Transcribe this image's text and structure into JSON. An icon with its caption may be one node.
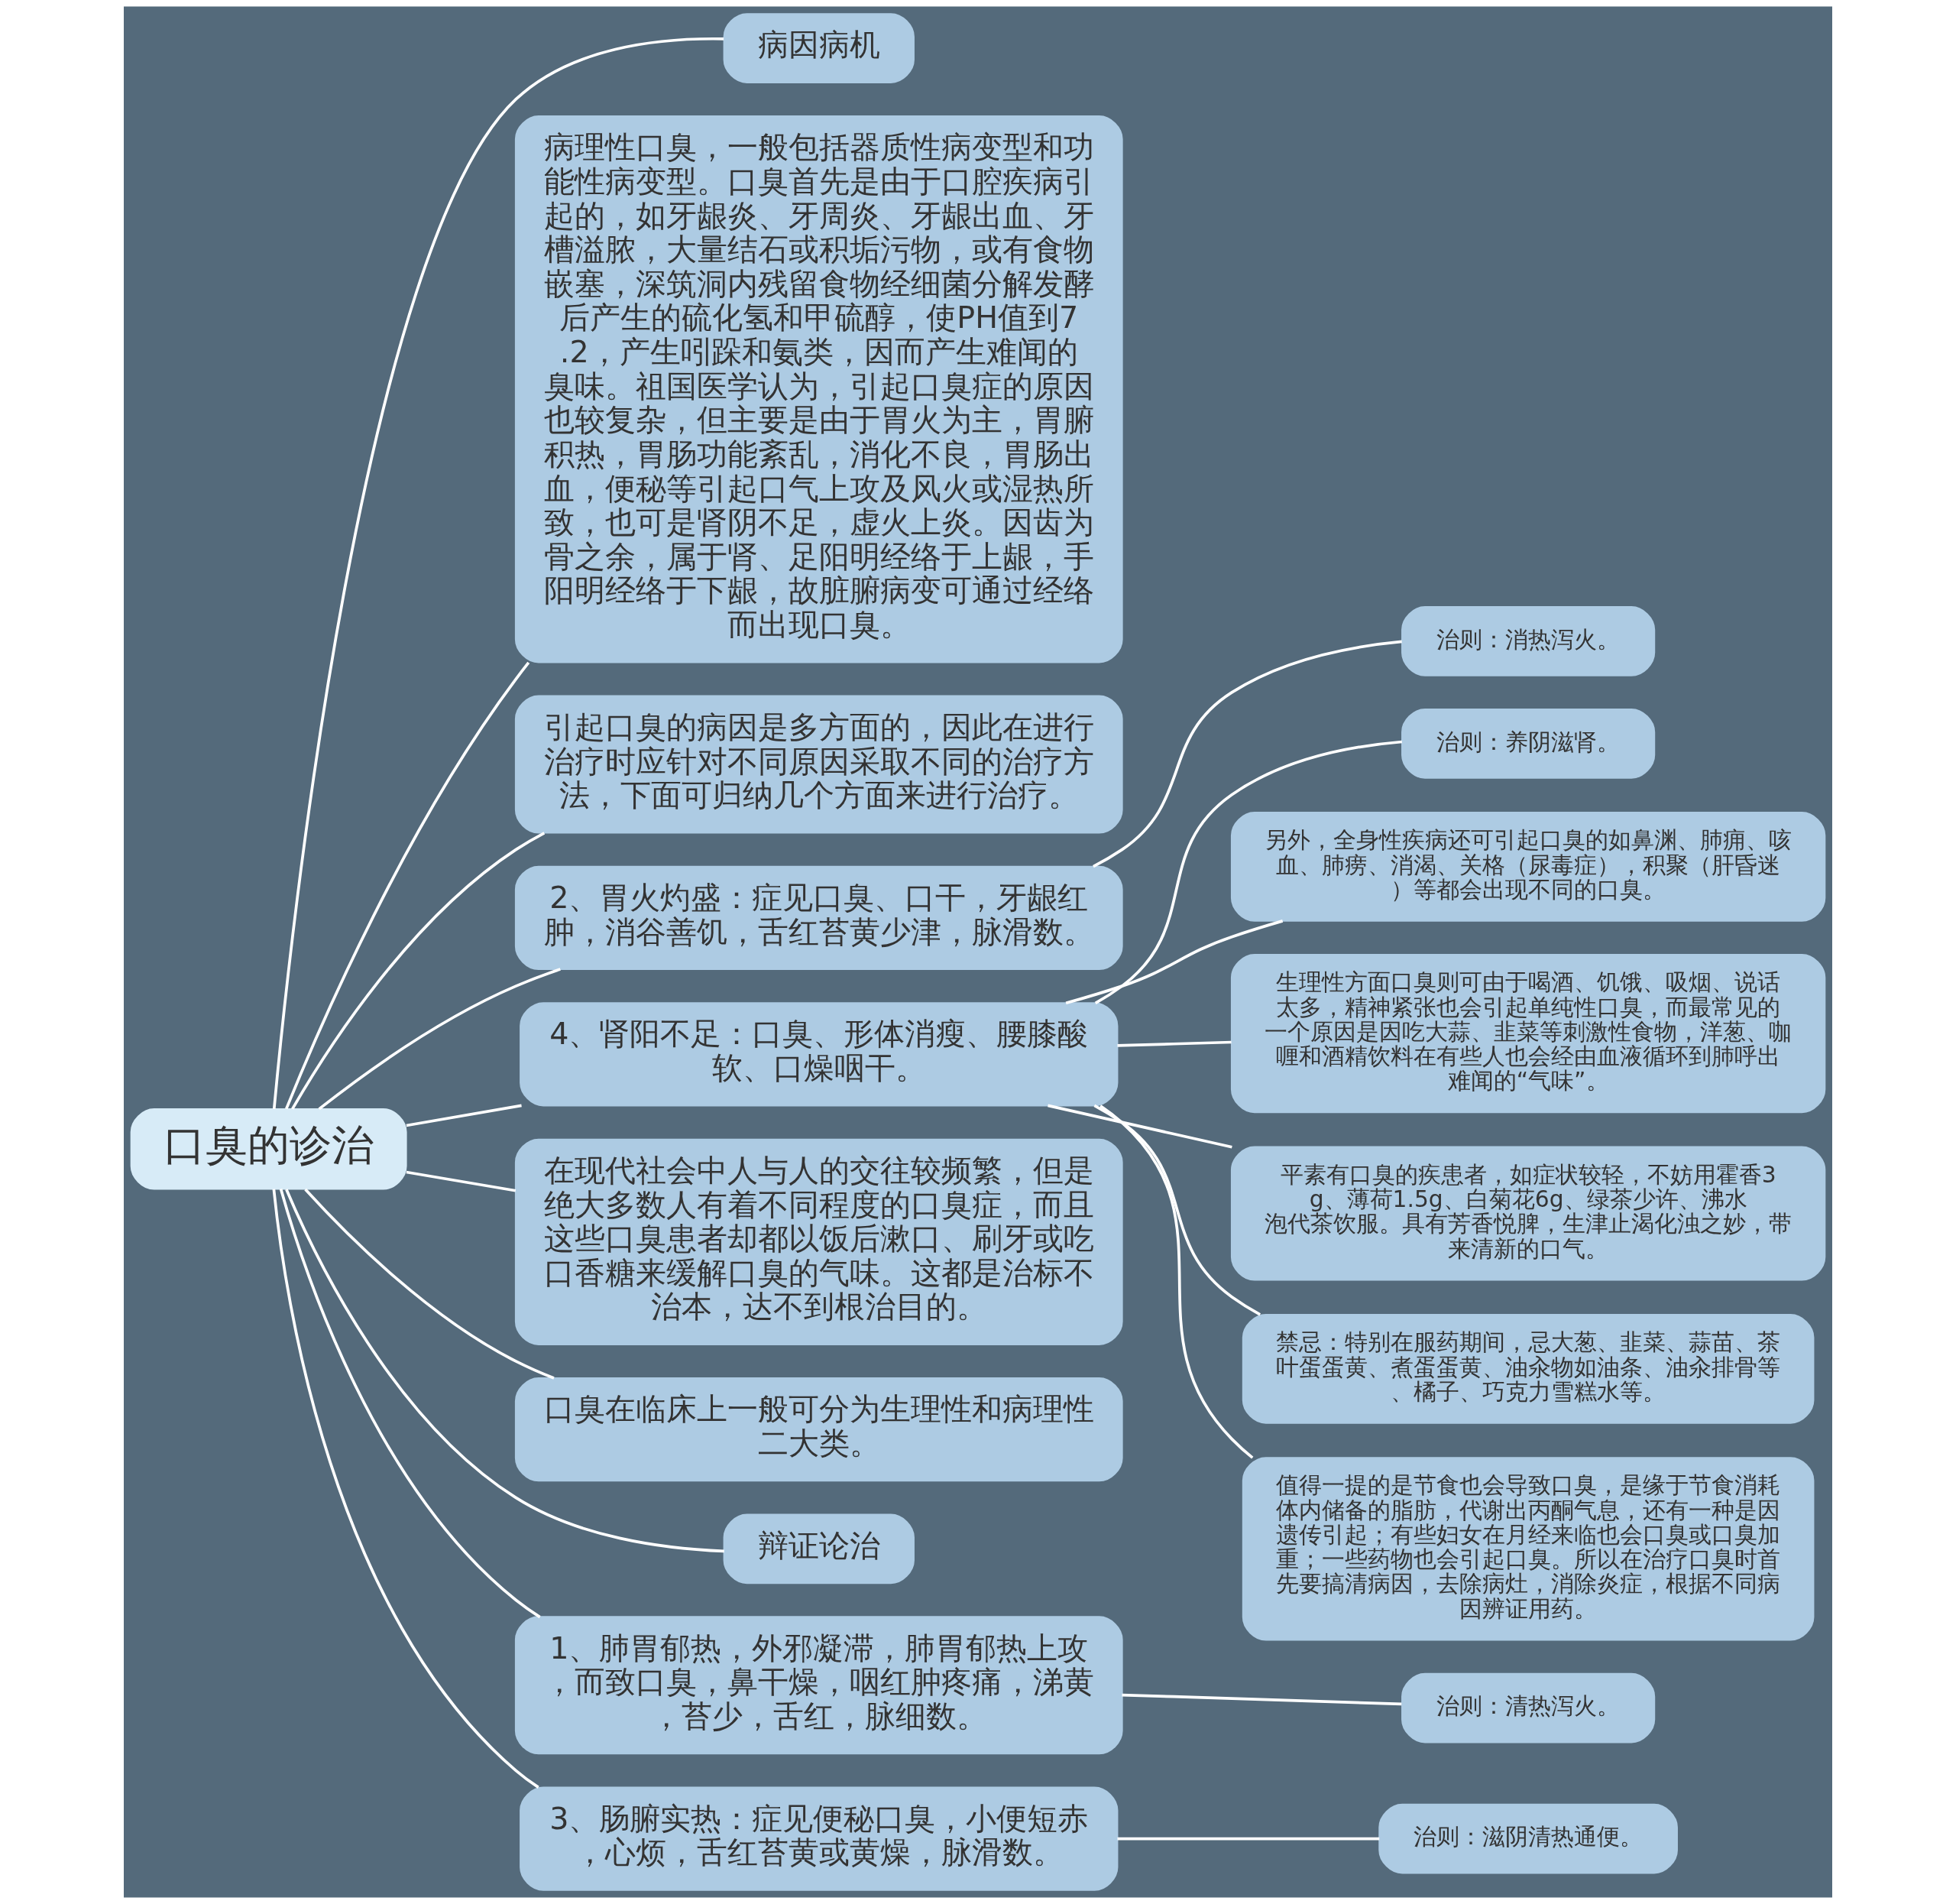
{
  "diagram": {
    "nodes": [
      {
        "text": [
          "口臭的诊治"
        ]
      },
      {
        "text": [
          "病因病机"
        ]
      },
      {
        "text": [
          "病理性口臭，一般包括器质性病变型和功能性病变型。口臭首先是由于口腔疾病引起的，如牙龈炎、牙周炎、牙龈出血、牙槽溢脓，大量结石或积垢污物，或有食物嵌塞，深筑洞内残留食物经细菌分解发酵后产生的硫化氢和甲硫醇，使PH值到7.2，产生吲跺和氨类，因而产生难闻的臭味。祖国医学认为，引起口臭症的原因也较复杂，但主要是由于胃火为主，胃腑积热，胃肠功能紊乱，消化不良，胃肠出血，便秘等引起口气上攻及风火或湿热所致，也可是肾阴不足，虚火上炎。因齿为骨之余，属于肾、足阳明经络于上龈，手阳明经络于下龈，故脏腑病变可通过经络而出现口臭。"
        ]
      },
      {
        "text": [
          "引起口臭的病因是多方面的，因此在进行治疗时应针对不同原因采取不同的治疗方法，下面可归纳几个方面来进行治疗。"
        ]
      },
      {
        "text": [
          "2、胃火灼盛：症见口臭、口干，牙龈红肿，消谷善饥，舌红苔黄少津，脉滑数。"
        ]
      },
      {
        "text": [
          "治则：消热泻火。"
        ]
      },
      {
        "text": [
          "4、肾阳不足：口臭、形体消瘦、腰膝酸软、口燥咽干。"
        ]
      },
      {
        "text": [
          "治则：养阴滋肾。"
        ]
      },
      {
        "text": [
          "另外，全身性疾病还可引起口臭的如鼻渊、肺痈、咳血、肺痨、消渴、关格（尿毒症），积聚（肝昏迷）等都会出现不同的口臭。"
        ]
      },
      {
        "text": [
          "生理性方面口臭则可由于喝酒、饥饿、吸烟、说话太多，精神紧张也会引起单纯性口臭，而最常见的一个原因是因吃大蒜、韭菜等刺激性食物，洋葱、咖喱和酒精饮料在有些人也会经由血液循环到肺呼出难闻的“气味”。"
        ]
      },
      {
        "text": [
          "平素有口臭的疾患者，如症状较轻，不妨用霍香3g、薄荷1.5g、白菊花6g、绿茶少许、沸水泡代茶饮服。具有芳香悦脾，生津止渴化浊之妙，带来清新的口气。"
        ]
      },
      {
        "text": [
          "禁忌：特别在服药期间，忌大葱、韭菜、蒜苗、茶叶蛋蛋黄、煮蛋蛋黄、油汆物如油条、油汆排骨等、橘子、巧克力雪糕水等。"
        ]
      },
      {
        "text": [
          "值得一提的是节食也会导致口臭，是缘于节食消耗体内储备的脂肪，代谢出丙酮气息，还有一种是因遗传引起；有些妇女在月经来临也会口臭或口臭加重；一些药物也会引起口臭。所以在治疗口臭时首先要搞清病因，去除病灶，消除炎症，根据不同病因辨证用药。"
        ]
      },
      {
        "text": [
          "在现代社会中人与人的交往较频繁，但是绝大多数人有着不同程度的口臭症，而且这些口臭患者却都以饭后漱口、刷牙或吃口香糖来缓解口臭的气味。这都是治标不治本，达不到根治目的。"
        ]
      },
      {
        "text": [
          "口臭在临床上一般可分为生理性和病理性二大类。"
        ]
      },
      {
        "text": [
          "辩证论治"
        ]
      },
      {
        "text": [
          "1、肺胃郁热，外邪凝滞，肺胃郁热上攻，而致口臭，鼻干燥，咽红肿疼痛，涕黄，苔少，舌红，脉细数。"
        ]
      },
      {
        "text": [
          "治则：清热泻火。"
        ]
      },
      {
        "text": [
          "3、肠腑实热：症见便秘口臭，小便短赤，心烦，舌红苔黄或黄燥，脉滑数。"
        ]
      },
      {
        "text": [
          "治则：滋阴清热通便。"
        ]
      }
    ],
    "edges": [
      {
        "from": 0,
        "to": 1,
        "arrow": "none"
      },
      {
        "from": 0,
        "to": 2,
        "arrow": "none"
      },
      {
        "from": 0,
        "to": 3,
        "arrow": "none"
      },
      {
        "from": 0,
        "to": 4,
        "arrow": "none"
      },
      {
        "from": 4,
        "to": 5,
        "arrow": "none"
      },
      {
        "from": 0,
        "to": 6,
        "arrow": "none"
      },
      {
        "from": 6,
        "to": 7,
        "arrow": "none"
      },
      {
        "from": 6,
        "to": 8,
        "arrow": "none"
      },
      {
        "from": 6,
        "to": 9,
        "arrow": "none"
      },
      {
        "from": 6,
        "to": 10,
        "arrow": "none"
      },
      {
        "from": 6,
        "to": 11,
        "arrow": "none"
      },
      {
        "from": 6,
        "to": 12,
        "arrow": "none"
      },
      {
        "from": 0,
        "to": 13,
        "arrow": "none"
      },
      {
        "from": 0,
        "to": 14,
        "arrow": "none"
      },
      {
        "from": 0,
        "to": 15,
        "arrow": "none"
      },
      {
        "from": 0,
        "to": 16,
        "arrow": "none"
      },
      {
        "from": 16,
        "to": 17,
        "arrow": "none"
      },
      {
        "from": 0,
        "to": 18,
        "arrow": "none"
      },
      {
        "from": 18,
        "to": 19,
        "arrow": "none"
      }
    ]
  }
}
